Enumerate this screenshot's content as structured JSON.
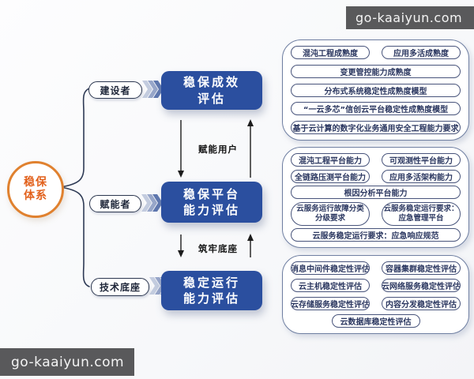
{
  "watermark": {
    "top_right": "go-kaaiyun.com",
    "bottom_left": "go-kaaiyun.com"
  },
  "root_node": {
    "line1": "稳保",
    "line2": "体系"
  },
  "roles": [
    {
      "label": "建设者"
    },
    {
      "label": "赋能者"
    },
    {
      "label": "技术底座"
    }
  ],
  "stages": [
    {
      "line1": "稳保成效",
      "line2": "评估"
    },
    {
      "line1": "稳保平台",
      "line2": "能力评估"
    },
    {
      "line1": "稳定运行",
      "line2": "能力评估"
    }
  ],
  "flow_labels": [
    {
      "label": "赋能用户"
    },
    {
      "label": "筑牢底座"
    }
  ],
  "groups": [
    {
      "rows": [
        {
          "pills": [
            {
              "text": "混沌工程成熟度"
            },
            {
              "text": "应用多活成熟度"
            }
          ]
        },
        {
          "pills": [
            {
              "text": "变更管控能力成熟度"
            }
          ]
        },
        {
          "pills": [
            {
              "text": "分布式系统稳定性成熟度模型"
            }
          ]
        },
        {
          "pills": [
            {
              "text": "“一云多芯”信创云平台稳定性成熟度模型"
            }
          ]
        },
        {
          "pills": [
            {
              "text": "基于云计算的数字化业务通用安全工程能力要求"
            }
          ]
        }
      ]
    },
    {
      "rows": [
        {
          "pills": [
            {
              "text": "混沌工程平台能力"
            },
            {
              "text": "可观测性平台能力"
            }
          ]
        },
        {
          "pills": [
            {
              "text": "全链路压测平台能力"
            },
            {
              "text": "应用多活架构能力"
            }
          ]
        },
        {
          "pills": [
            {
              "text": "根因分析平台能力"
            }
          ]
        },
        {
          "pills": [
            {
              "line1": "云服务运行故障分类",
              "line2": "分级要求"
            },
            {
              "line1": "云服务稳定运行要求：",
              "line2": "应急管理平台"
            }
          ]
        },
        {
          "pills": [
            {
              "text": "云服务稳定运行要求：应急响应规范"
            }
          ]
        }
      ]
    },
    {
      "rows": [
        {
          "pills": [
            {
              "text": "消息中间件稳定性评估"
            },
            {
              "text": "容器集群稳定性评估"
            }
          ]
        },
        {
          "pills": [
            {
              "text": "云主机稳定性评估"
            },
            {
              "text": "云网络服务稳定性评估"
            }
          ]
        },
        {
          "pills": [
            {
              "text": "云存储服务稳定性评估"
            },
            {
              "text": "内容分发稳定性评估"
            }
          ]
        },
        {
          "pills": [
            {
              "text": "云数据库稳定性评估"
            }
          ]
        }
      ]
    }
  ],
  "colors": {
    "accent_blue": "#2b4f9f",
    "accent_orange": "#e0812f",
    "orange_text": "#e2611c",
    "navy_border": "#48547b",
    "group_border": "#6e7ea1",
    "watermark_bg": "#59595b"
  }
}
